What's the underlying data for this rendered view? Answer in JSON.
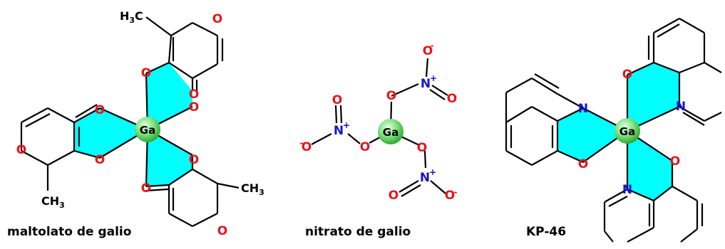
{
  "molecules": [
    {
      "caption": "maltolato de galio",
      "center": "Ga",
      "labels": {
        "o": "O",
        "ch3": "CH",
        "ch3_sub": "3",
        "h3c": "H",
        "h3c_sub": "3",
        "h3c_c": "C"
      }
    },
    {
      "caption": "nitrato de galio",
      "center": "Ga",
      "labels": {
        "o": "O",
        "n": "N",
        "plus": "+",
        "minus": "-"
      }
    },
    {
      "caption": "KP-46",
      "center": "Ga",
      "labels": {
        "o": "O",
        "n": "N"
      }
    }
  ],
  "colors": {
    "chelate_fill": "#00FFFF",
    "oxygen": "#E8141C",
    "nitrogen": "#1515C8",
    "bond": "#000000",
    "gallium": "#7FE07F"
  }
}
